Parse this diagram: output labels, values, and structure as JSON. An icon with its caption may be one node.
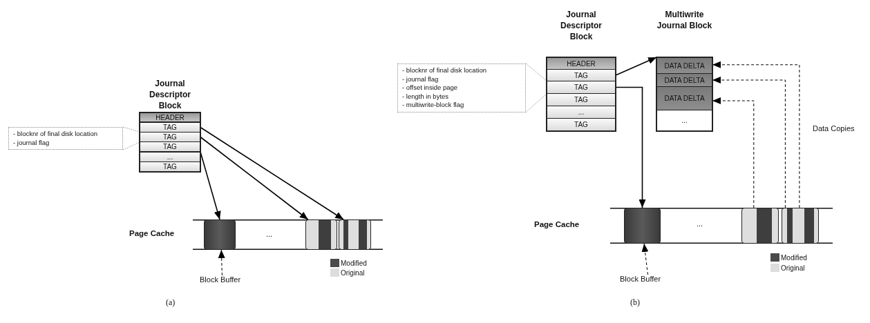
{
  "diagram": {
    "nodes": [
      {
        "text": [
          "Journal Descriptor Block"
        ]
      },
      {
        "text": [
          "HEADER"
        ],
        "in": 0
      },
      {
        "text": [
          "TAG"
        ],
        "in": 0
      },
      {
        "text": [
          "TAG"
        ],
        "in": 0
      },
      {
        "text": [
          "TAG"
        ],
        "in": 0
      },
      {
        "text": [
          "..."
        ],
        "in": 0
      },
      {
        "text": [
          "TAG"
        ],
        "in": 0
      },
      {
        "text": [
          "- blocknr of final disk location",
          "- journal flag"
        ]
      },
      {
        "text": [],
        "shape": "band",
        "beside": [
          "Page Cache"
        ]
      },
      {
        "text": [],
        "shape": "box",
        "in": 8
      },
      {
        "text": [],
        "shape": "box",
        "in": 8
      },
      {
        "text": [],
        "shape": "box",
        "in": 8
      },
      {
        "text": [
          "Block Buffer"
        ]
      },
      {
        "text": [
          "Journal Descriptor Block"
        ]
      },
      {
        "text": [
          "HEADER"
        ],
        "in": 13
      },
      {
        "text": [
          "TAG"
        ],
        "in": 13
      },
      {
        "text": [
          "TAG"
        ],
        "in": 13
      },
      {
        "text": [
          "TAG"
        ],
        "in": 13
      },
      {
        "text": [
          "..."
        ],
        "in": 13
      },
      {
        "text": [
          "TAG"
        ],
        "in": 13
      },
      {
        "text": [
          "- blocknr of final disk location",
          "- journal flag",
          "- offset inside page",
          "- length in bytes",
          "- multiwrite-block flag"
        ]
      },
      {
        "text": [
          "Multiwrite Journal Block"
        ]
      },
      {
        "text": [
          "DATA DELTA"
        ],
        "in": 21
      },
      {
        "text": [
          "DATA DELTA"
        ],
        "in": 21
      },
      {
        "text": [
          "DATA DELTA"
        ],
        "in": 21
      },
      {
        "text": [
          "..."
        ],
        "in": 21
      },
      {
        "text": [],
        "shape": "band",
        "beside": [
          "Page Cache"
        ]
      },
      {
        "text": [],
        "shape": "box",
        "in": 26
      },
      {
        "text": [],
        "shape": "box",
        "in": 26
      },
      {
        "text": [],
        "shape": "box",
        "in": 26
      },
      {
        "text": [
          "Block Buffer"
        ]
      }
    ],
    "edges": [
      {
        "from": 7,
        "to": 3,
        "arrow": "none",
        "style": "dashed",
        "color": "#999999"
      },
      {
        "from": 7,
        "to": 3,
        "arrow": "none",
        "style": "dashed",
        "color": "#999999"
      },
      {
        "from": 2,
        "to": 11,
        "arrow": "to"
      },
      {
        "from": 3,
        "to": 10,
        "arrow": "to"
      },
      {
        "from": 4,
        "to": 9,
        "arrow": "to"
      },
      {
        "from": 12,
        "to": 9,
        "arrow": "to",
        "style": "dashed"
      },
      {
        "from": 20,
        "to": 16,
        "arrow": "none",
        "style": "dashed",
        "color": "#999999"
      },
      {
        "from": 20,
        "to": 16,
        "arrow": "none",
        "style": "dashed",
        "color": "#999999"
      },
      {
        "from": 15,
        "to": 21,
        "arrow": "to"
      },
      {
        "from": 16,
        "to": 27,
        "arrow": "to"
      },
      {
        "from": 28,
        "to": 24,
        "arrow": "to",
        "style": "dashed"
      },
      {
        "from": 29,
        "to": 23,
        "arrow": "to",
        "style": "dashed"
      },
      {
        "from": 29,
        "to": 22,
        "arrow": "to",
        "style": "dashed"
      },
      {
        "from": 30,
        "to": 27,
        "arrow": "to",
        "style": "dashed"
      }
    ],
    "labels": [
      "...",
      "...",
      "Data Copies",
      "(a)",
      "(b)"
    ],
    "legend": [
      {
        "text": "Modified",
        "color": "#4a4a4a"
      },
      {
        "text": "Original",
        "color": "#dddddd"
      },
      {
        "text": "Modified",
        "color": "#4a4a4a"
      },
      {
        "text": "Original",
        "color": "#dddddd"
      }
    ]
  }
}
